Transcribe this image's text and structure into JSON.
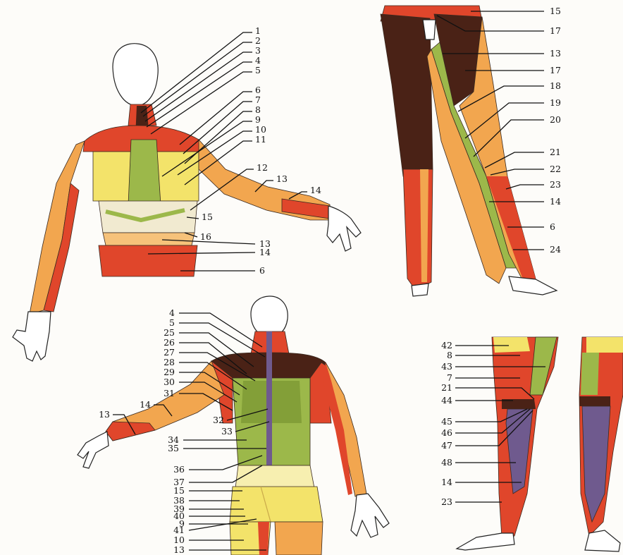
{
  "colors": {
    "red": "#e0462b",
    "orange": "#f2a64f",
    "pale_orange": "#f6c27a",
    "yellow": "#f3e36a",
    "pale_yellow": "#f7efb0",
    "green": "#9cb84a",
    "dark_green": "#6f8a2a",
    "dark_brown": "#4a2216",
    "purple": "#6f5a8e",
    "cream": "#f1ead0",
    "skin": "#ffffff"
  },
  "figures": {
    "anterior_trunk": {
      "labels": [
        "1",
        "2",
        "3",
        "4",
        "5",
        "6",
        "7",
        "8",
        "9",
        "10",
        "11",
        "12",
        "13",
        "14",
        "15",
        "16",
        "13",
        "14",
        "6"
      ]
    },
    "anterior_legs": {
      "labels": [
        "15",
        "17",
        "13",
        "17",
        "18",
        "19",
        "20",
        "21",
        "22",
        "23",
        "14",
        "6",
        "24"
      ]
    },
    "posterior_trunk": {
      "labels_left": [
        "4",
        "5",
        "25",
        "26",
        "27",
        "28",
        "29",
        "30",
        "31",
        "32",
        "33",
        "34",
        "35",
        "36",
        "37",
        "15",
        "38",
        "39",
        "40",
        "9",
        "41",
        "10",
        "13"
      ],
      "labels_arm": [
        "14",
        "13"
      ]
    },
    "posterior_legs": {
      "labels": [
        "42",
        "8",
        "43",
        "7",
        "21",
        "44",
        "45",
        "46",
        "47",
        "48",
        "14",
        "23"
      ]
    }
  }
}
